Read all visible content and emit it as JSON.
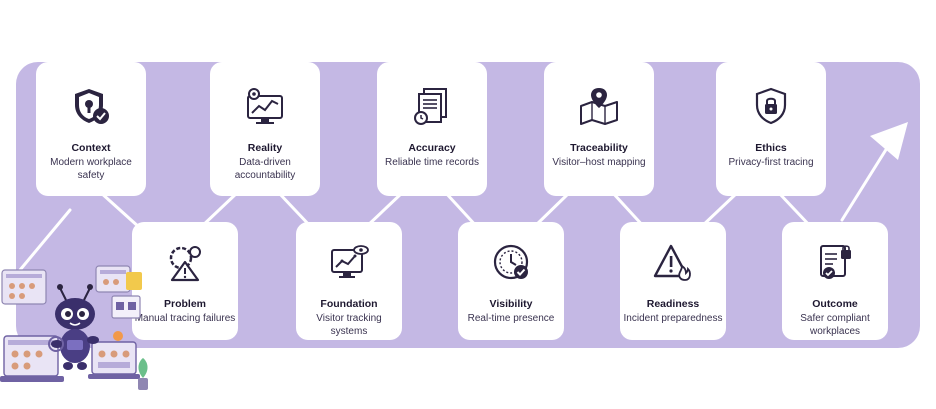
{
  "steps": [
    {
      "title": "Context",
      "desc": "Modern workplace safety",
      "icon": "shield-lock-check-icon"
    },
    {
      "title": "Problem",
      "desc": "Manual tracing failures",
      "icon": "broken-gear-warning-icon"
    },
    {
      "title": "Reality",
      "desc": "Data-driven accountability",
      "icon": "gear-analytics-monitor-icon"
    },
    {
      "title": "Foundation",
      "desc": "Visitor tracking systems",
      "icon": "monitor-chart-eye-icon"
    },
    {
      "title": "Accuracy",
      "desc": "Reliable time records",
      "icon": "documents-clock-icon"
    },
    {
      "title": "Visibility",
      "desc": "Real-time presence",
      "icon": "clock-check-icon"
    },
    {
      "title": "Traceability",
      "desc": "Visitor–host mapping",
      "icon": "map-pin-icon"
    },
    {
      "title": "Readiness",
      "desc": "Incident preparedness",
      "icon": "warning-fire-icon"
    },
    {
      "title": "Ethics",
      "desc": "Privacy-first tracing",
      "icon": "shield-lock-icon"
    },
    {
      "title": "Outcome",
      "desc": "Safer compliant workplaces",
      "icon": "document-lock-check-icon"
    }
  ],
  "colors": {
    "band": "#c4b8e4",
    "accent": "#2b2440",
    "card": "#ffffff"
  }
}
